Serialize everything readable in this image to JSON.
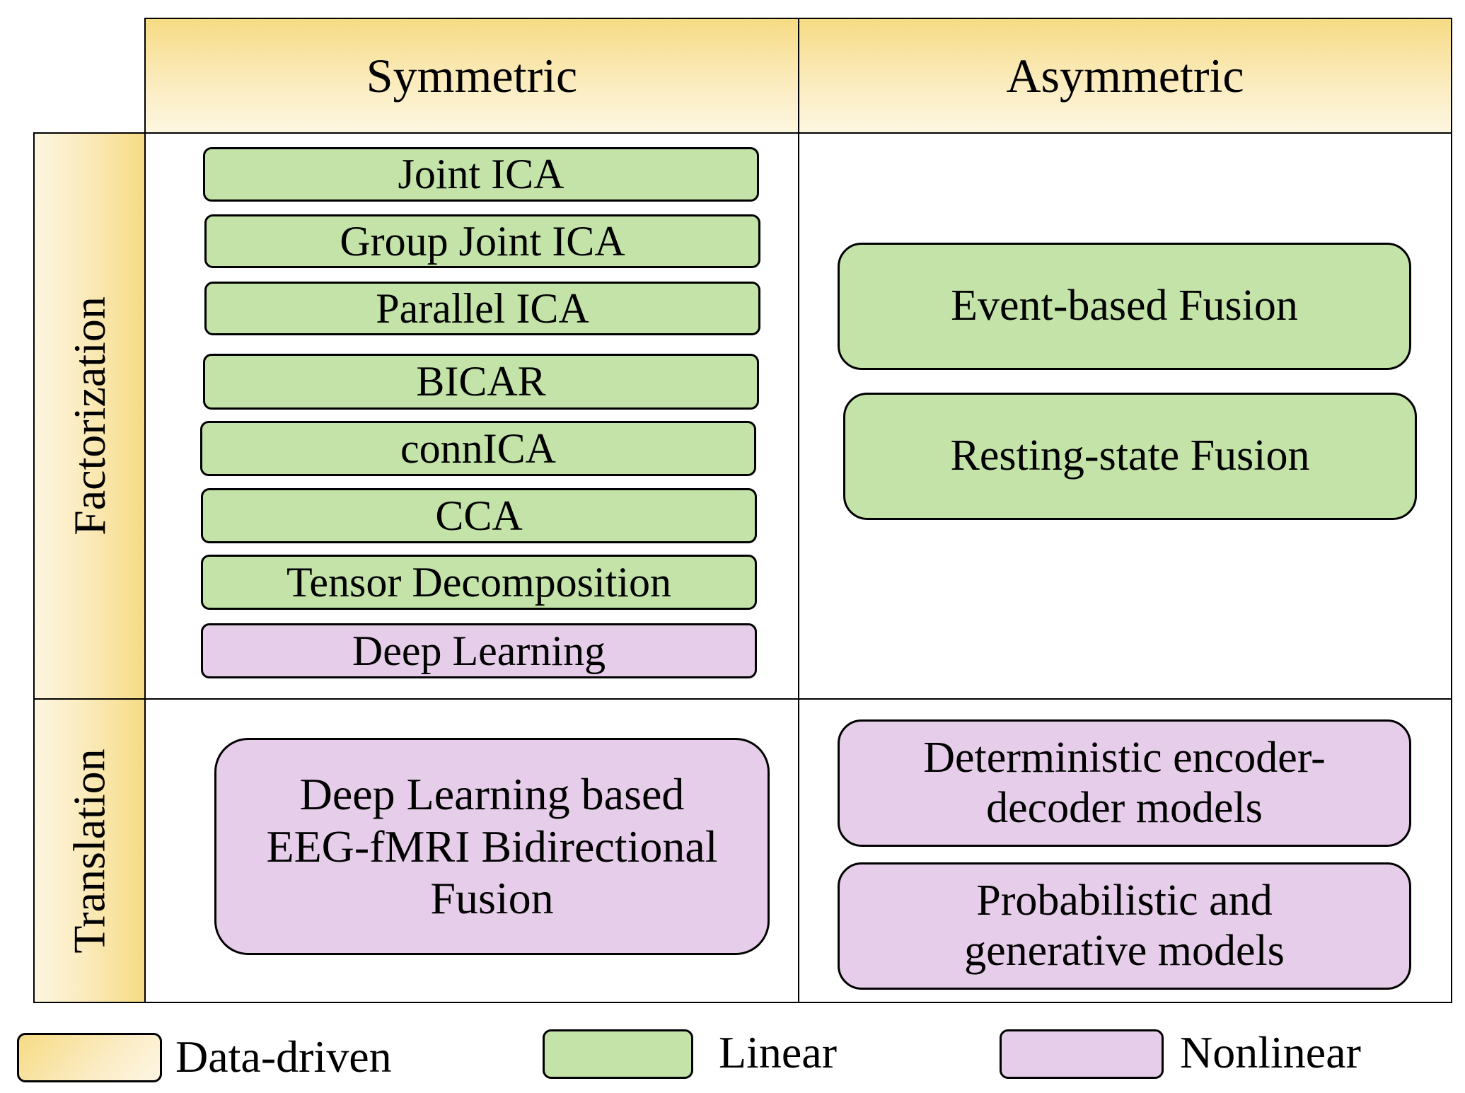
{
  "columns": {
    "symmetric": "Symmetric",
    "asymmetric": "Asymmetric"
  },
  "rows": {
    "factorization": "Factorization",
    "translation": "Translation"
  },
  "factorization_symmetric": [
    "Joint ICA",
    "Group Joint ICA",
    "Parallel ICA",
    "BICAR",
    "connICA",
    "CCA",
    "Tensor Decomposition",
    "Deep Learning"
  ],
  "factorization_asymmetric": [
    "Event-based Fusion",
    "Resting-state Fusion"
  ],
  "translation_symmetric": {
    "line1": "Deep Learning based",
    "line2": "EEG-fMRI Bidirectional",
    "line3": "Fusion"
  },
  "translation_asymmetric": {
    "deterministic": {
      "line1": "Deterministic encoder-",
      "line2": "decoder models"
    },
    "probabilistic": {
      "line1": "Probabilistic and",
      "line2": "generative models"
    }
  },
  "legend": {
    "data_driven": "Data-driven",
    "linear": "Linear",
    "nonlinear": "Nonlinear"
  },
  "colors": {
    "data_driven": "#f6db84",
    "linear": "#c3e3a8",
    "nonlinear": "#e6cde9"
  }
}
